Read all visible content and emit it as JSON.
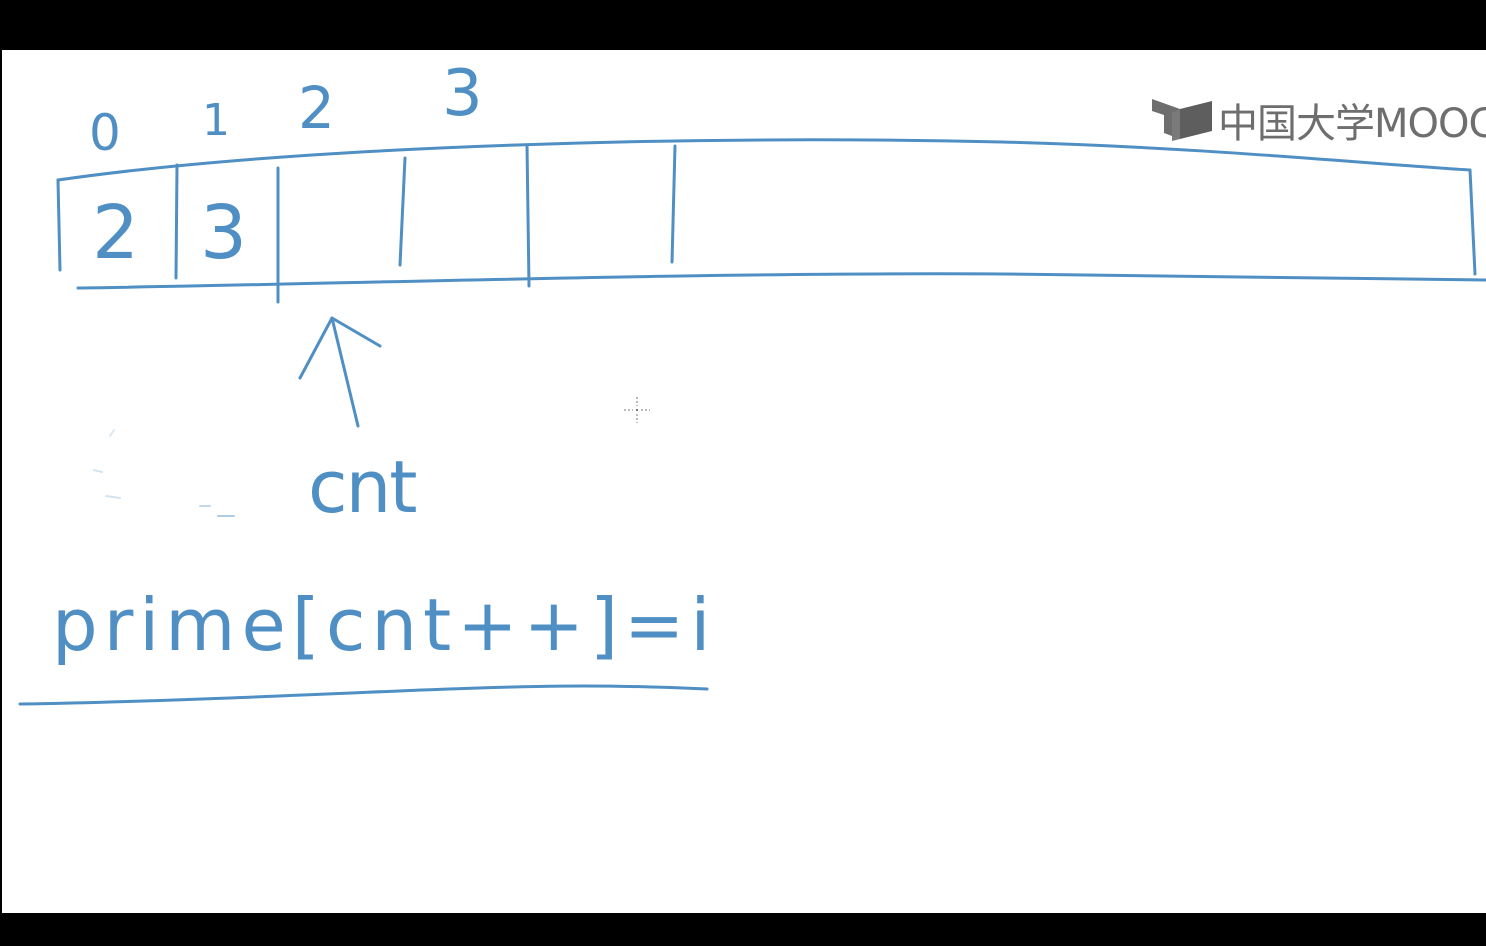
{
  "watermark": {
    "text": "中国大学MOOC",
    "icon": "mooc-book-icon"
  },
  "array_indices": [
    "0",
    "1",
    "2",
    "3"
  ],
  "array_cells": [
    "2",
    "3"
  ],
  "pointer_label": "cnt",
  "code_line": "prime[cnt++]=i",
  "colors": {
    "ink": "#4f8fc4",
    "logo": "#6e6e6e",
    "letterbox": "#000000",
    "board": "#ffffff"
  }
}
